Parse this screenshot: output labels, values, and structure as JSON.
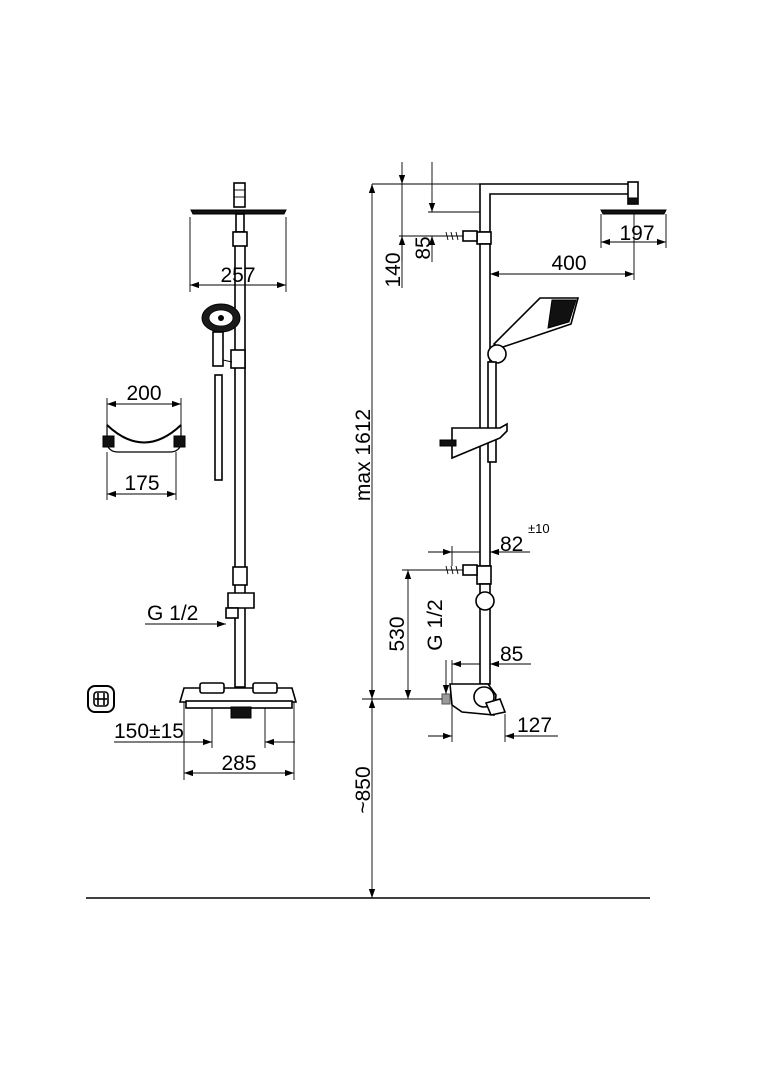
{
  "dimensions": {
    "head_front_width": "257",
    "soap_dish_top": "200",
    "soap_dish_bottom": "175",
    "inlet_front": "G 1/2",
    "mixer_centres": "150±15",
    "mixer_width": "285",
    "head_diameter": "197",
    "arm_length": "400",
    "bracket_top": "140",
    "bracket_offset": "85",
    "max_height": "max 1612",
    "wall_distance": "82",
    "wall_distance_tol": "±10",
    "inlet_height": "530",
    "inlet_side": "G 1/2",
    "mixer_depth": "85",
    "handle_projection": "127",
    "floor_height": "~850"
  },
  "icons": {
    "thermostat_symbol": "thermostat-icon"
  }
}
